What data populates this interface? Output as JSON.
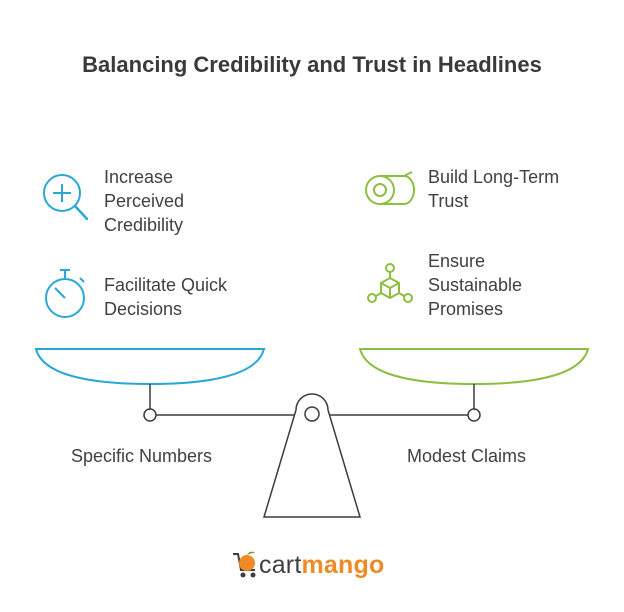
{
  "title": "Balancing Credibility and Trust in Headlines",
  "left": {
    "label": "Specific Numbers",
    "color": "#29a8d8",
    "items": [
      {
        "text": "Increase\nPerceived\nCredibility",
        "icon": "magnifier-plus-icon"
      },
      {
        "text": "Facilitate Quick\nDecisions",
        "icon": "stopwatch-icon"
      }
    ]
  },
  "right": {
    "label": "Modest Claims",
    "color": "#8cbf3f",
    "items": [
      {
        "text": "Build Long-Term\nTrust",
        "icon": "tape-roll-icon"
      },
      {
        "text": "Ensure\nSustainable\nPromises",
        "icon": "network-cube-icon"
      }
    ]
  },
  "brand": {
    "part1": "cart",
    "part2": "mango"
  }
}
